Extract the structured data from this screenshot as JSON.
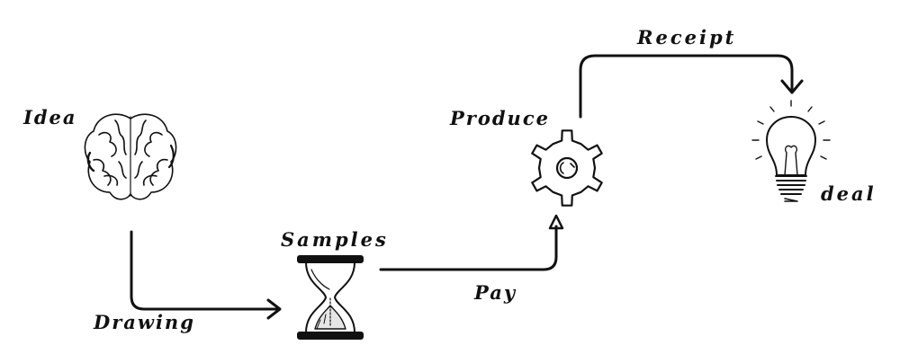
{
  "labels": {
    "idea": "Idea",
    "drawing": "Drawing",
    "samples": "Samples",
    "pay": "Pay",
    "produce": "Produce",
    "receipt": "Receipt",
    "deal": "deal"
  },
  "icons": {
    "brain": "brain-icon",
    "hourglass": "hourglass-icon",
    "gear": "gear-icon",
    "lightbulb": "lightbulb-icon"
  },
  "colors": {
    "ink": "#111111",
    "background": "#ffffff"
  }
}
